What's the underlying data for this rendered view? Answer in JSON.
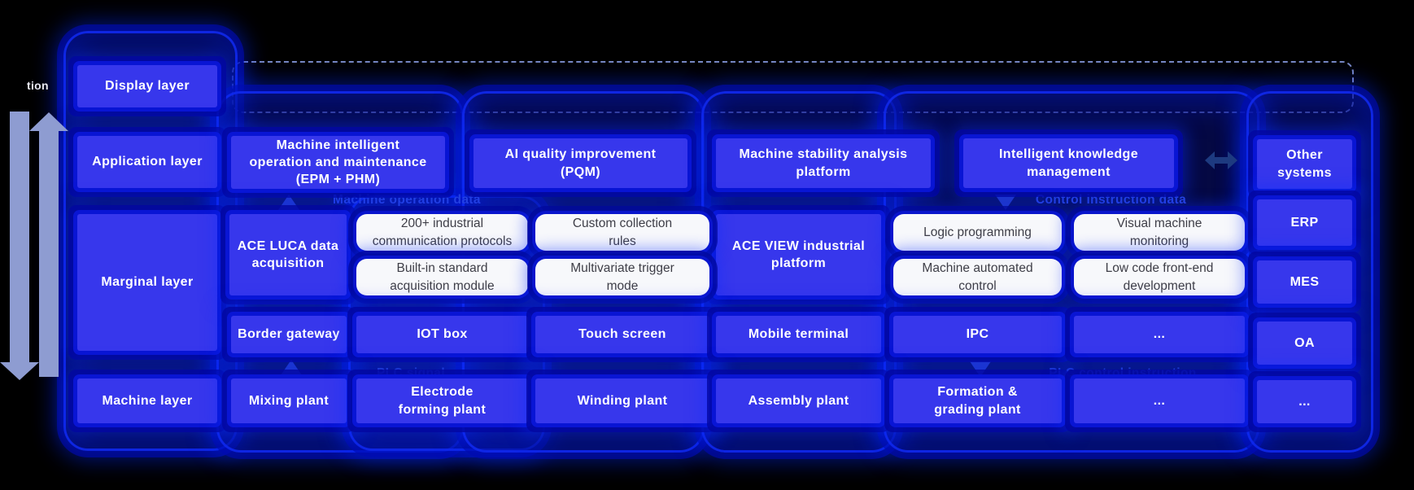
{
  "annotation_fragment": "tion",
  "layers": {
    "display": "Display layer",
    "application": "Application layer",
    "marginal": "Marginal layer",
    "machine": "Machine layer"
  },
  "app_row": {
    "epm": "Machine intelligent\noperation and maintenance\n(EPM + PHM)",
    "pqm": "AI quality improvement\n(PQM)",
    "stability": "Machine stability analysis\nplatform",
    "knowledge": "Intelligent knowledge\nmanagement"
  },
  "platforms": {
    "ace_luca": "ACE LUCA data\nacquisition",
    "ace_view": "ACE VIEW industrial\nplatform"
  },
  "capabilities": {
    "protocols": "200+ industrial\ncommunication protocols",
    "custom_rules": "Custom collection\nrules",
    "builtin_module": "Built-in standard\nacquisition module",
    "trigger_mode": "Multivariate trigger\nmode",
    "logic_programming": "Logic programming",
    "visual_monitoring": "Visual machine\nmonitoring",
    "automated_control": "Machine automated\ncontrol",
    "low_code": "Low code front-end\ndevelopment"
  },
  "hardware": {
    "border_gateway": "Border gateway",
    "iot_box": "IOT box",
    "touch_screen": "Touch screen",
    "mobile_terminal": "Mobile terminal",
    "ipc": "IPC",
    "more": "..."
  },
  "plants": {
    "mixing": "Mixing plant",
    "electrode": "Electrode\nforming plant",
    "winding": "Winding plant",
    "assembly": "Assembly plant",
    "formation": "Formation &\ngrading plant",
    "more": "..."
  },
  "flow_labels": {
    "machine_operation_data": "Machine operation data",
    "control_instruction_data": "Control instruction data",
    "plc_signal": "PLC signal",
    "plc_control_instruction": "PLC control instruction"
  },
  "external": {
    "header": "Other\nsystems",
    "erp": "ERP",
    "mes": "MES",
    "oa": "OA",
    "more": "..."
  },
  "colors": {
    "box_blue": "#3737ec",
    "white_box": "#f7f8fb",
    "label_blue": "#2e49d8",
    "plc_label_blue": "#2b40bc",
    "arrow_gray_blue": "#8e9cd1",
    "dark_arrow": "#1d3a80",
    "glow_blue": "#0a2dff",
    "background": "#000000"
  }
}
